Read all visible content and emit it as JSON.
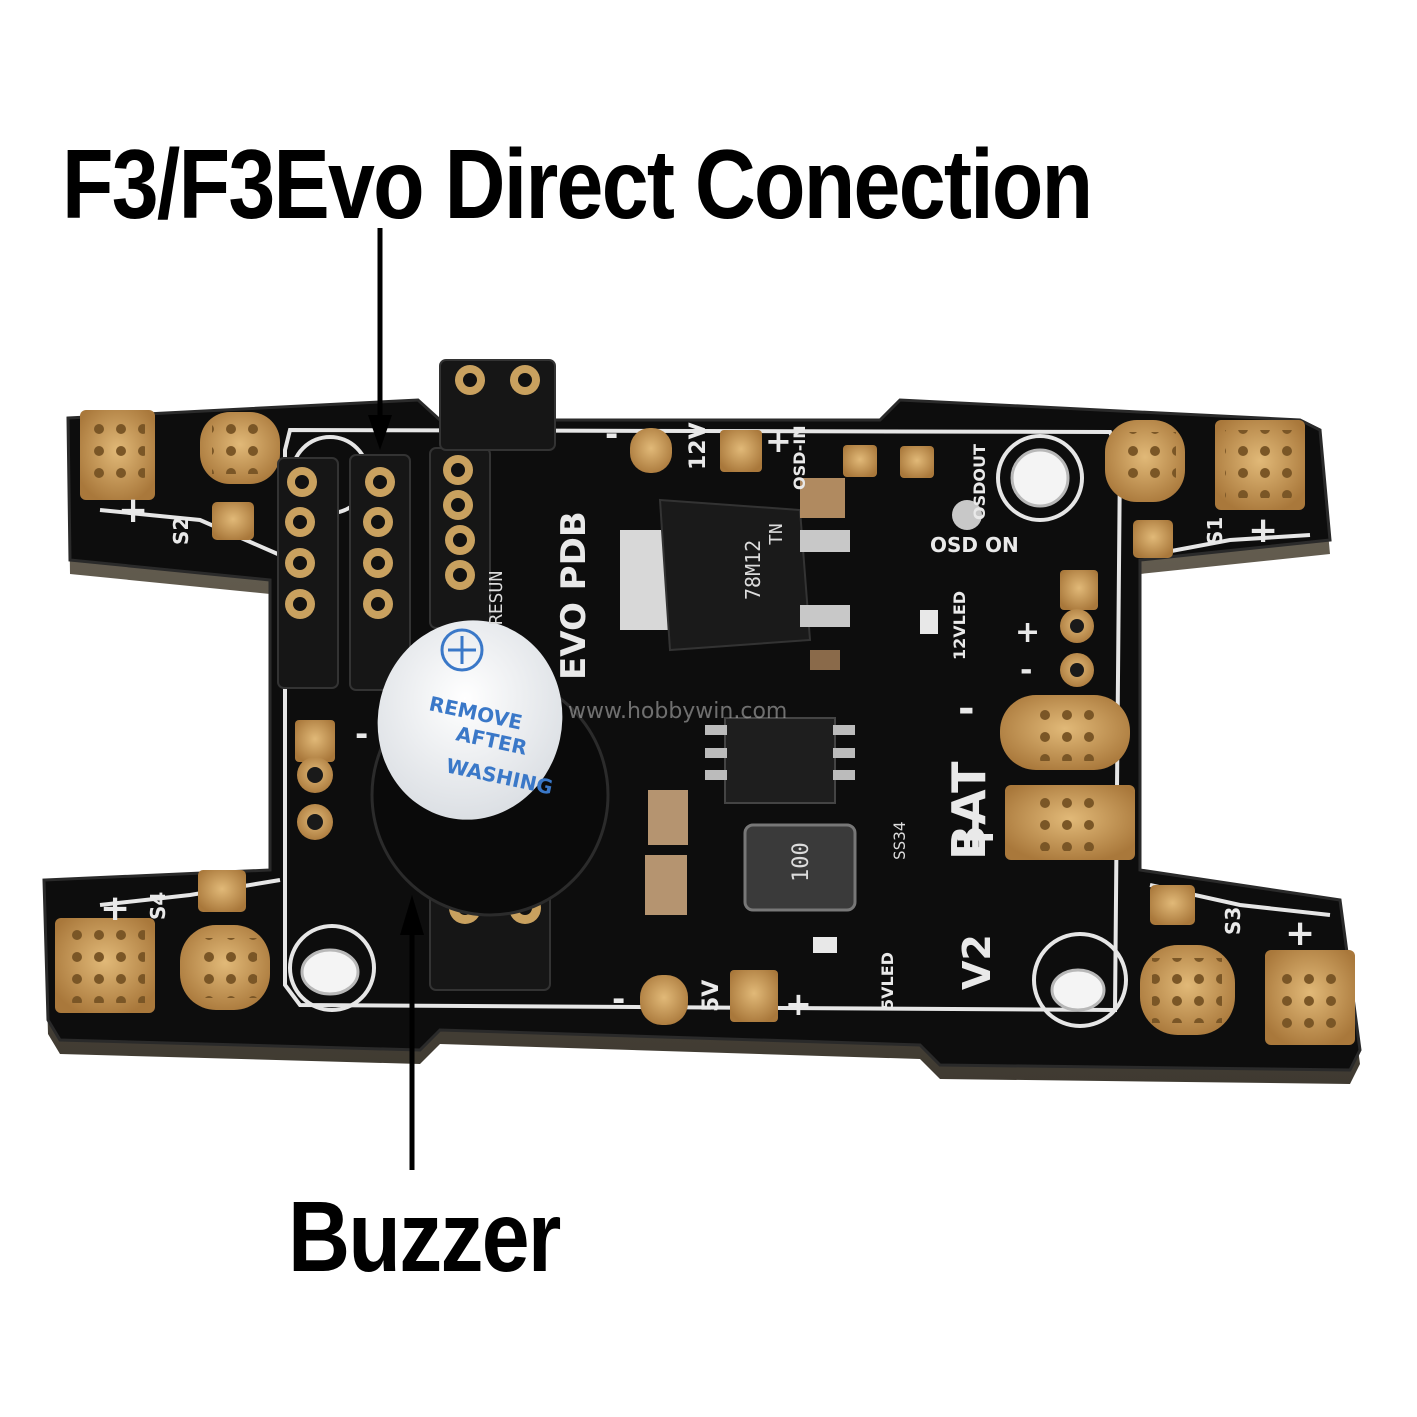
{
  "annotations": {
    "top_callout": "F3/F3Evo Direct Conection",
    "bottom_callout": "Buzzer"
  },
  "board_silkscreen": {
    "product": "EVO PDB",
    "version": "V2",
    "battery_label": "BAT",
    "rail_12v": "12V",
    "rail_5v": "5V",
    "led_12v": "12VLED",
    "led_5v": "5VLED",
    "osd_label": "OSD",
    "osd_on": "ON",
    "osd_out": "OSDOUT",
    "osd_in": "OSD-IN",
    "regulator_marking": "78M12",
    "regulator_sub": "TN",
    "inductor_marking": "100",
    "diode_marking": "SS34",
    "reset_label": "RESUN",
    "signal_s1": "S1",
    "signal_s2": "S2",
    "signal_s3": "S3",
    "signal_s4": "S4",
    "plus": "+",
    "minus": "-"
  },
  "buzzer_sticker": {
    "line1": "REMOVE",
    "line2": "AFTER",
    "line3": "WASHING"
  },
  "watermark": "www.hobbywin.com",
  "colors": {
    "pcb": "#0d0d0d",
    "pcb_edge": "#5a5347",
    "pad_gold": "#c79a55",
    "silkscreen": "#e9e9e9",
    "arrow": "#000000"
  }
}
